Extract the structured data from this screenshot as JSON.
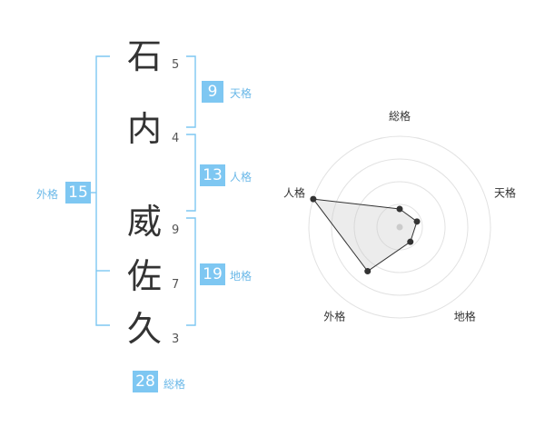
{
  "name_chars": [
    {
      "char": "石",
      "strokes": "5"
    },
    {
      "char": "内",
      "strokes": "4"
    },
    {
      "char": "威",
      "strokes": "9"
    },
    {
      "char": "佐",
      "strokes": "7"
    },
    {
      "char": "久",
      "strokes": "3"
    }
  ],
  "kaku": {
    "tenkaku": {
      "value": "9",
      "label": "天格"
    },
    "jinkaku": {
      "value": "13",
      "label": "人格"
    },
    "chikaku": {
      "value": "19",
      "label": "地格"
    },
    "gaikaku": {
      "value": "15",
      "label": "外格"
    },
    "soukaku": {
      "value": "28",
      "label": "総格"
    }
  },
  "colors": {
    "accent": "#7ec7f2",
    "label": "#6ab8e8"
  },
  "chart_data": {
    "type": "radar",
    "axes": [
      "総格",
      "天格",
      "地格",
      "外格",
      "人格"
    ],
    "values": [
      0.2,
      0.2,
      0.2,
      0.6,
      1.0
    ],
    "rings": 4
  }
}
